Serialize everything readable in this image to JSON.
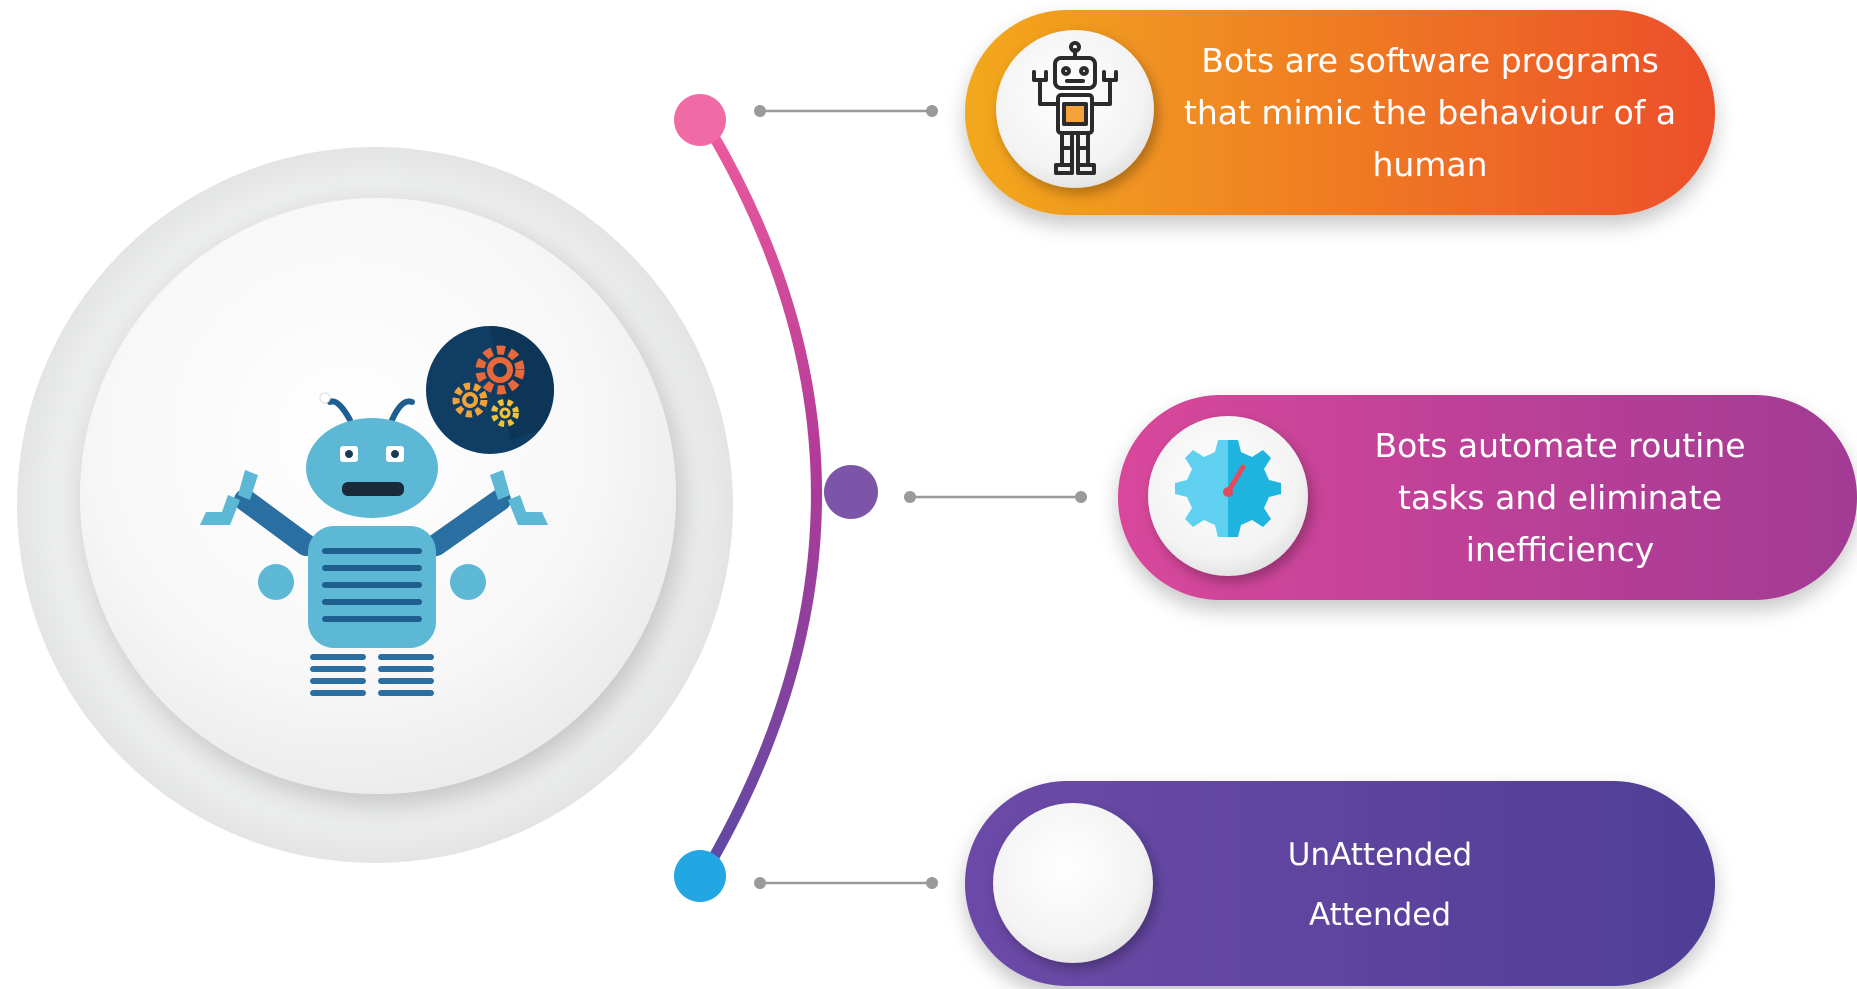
{
  "colors": {
    "card_1_start": "#f2a81d",
    "card_1_end": "#ec4f2a",
    "card_2_start": "#d8479b",
    "card_2_end": "#a23a94",
    "card_3_start": "#6c4aa8",
    "card_3_end": "#4f3e96",
    "arc_top": "#ee5a9e",
    "arc_mid": "#b23a98",
    "arc_bottom": "#5d4aa4",
    "dot_top": "#f06aa6",
    "dot_mid": "#7d55a8",
    "dot_bottom": "#23a7e3",
    "robot_body": "#5cb8d4",
    "robot_dark": "#2a6fa1",
    "gear_badge": "#0f3d63"
  },
  "cards": [
    {
      "lines": [
        "Bots are software programs",
        "that mimic the behaviour of a",
        "human"
      ],
      "icon": "robot-outline-icon"
    },
    {
      "lines": [
        "Bots automate routine",
        "tasks and eliminate",
        "inefficiency"
      ],
      "icon": "gear-gauge-icon"
    },
    {
      "lines": [
        "UnAttended",
        "Attended"
      ],
      "icon": "blank-circle"
    }
  ],
  "hero": {
    "icon": "blue-robot-icon",
    "badge_icon": "gears-icon"
  }
}
